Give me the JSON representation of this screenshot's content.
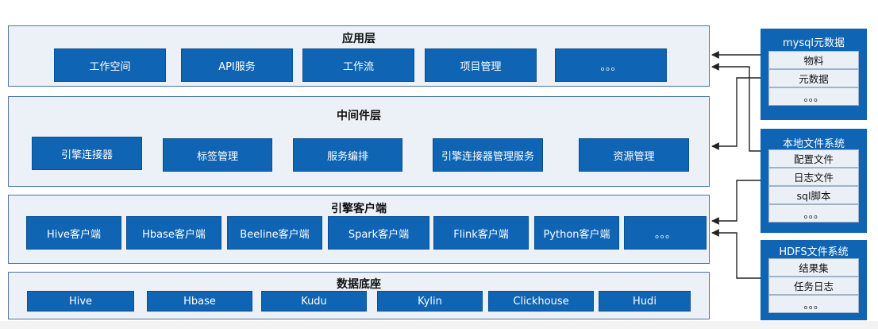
{
  "layers": {
    "app": {
      "title": "应用层",
      "items": [
        "工作空间",
        "API服务",
        "工作流",
        "项目管理",
        "。。。"
      ]
    },
    "middleware": {
      "title": "中间件层",
      "items": [
        "引擎连接器",
        "标签管理",
        "服务编排",
        "引擎连接器管理服务",
        "资源管理"
      ]
    },
    "engine": {
      "title": "引擎客户端",
      "items": [
        "Hive客户端",
        "Hbase客户端",
        "Beeline客户端",
        "Spark客户端",
        "Flink客户端",
        "Python客户端",
        "。。。"
      ]
    },
    "data": {
      "title": "数据底座",
      "items": [
        "Hive",
        "Hbase",
        "Kudu",
        "Kylin",
        "Clickhouse",
        "Hudi"
      ]
    }
  },
  "stores": {
    "mysql": {
      "title": "mysql元数据",
      "items": [
        "物料",
        "元数据",
        "。。。"
      ]
    },
    "local": {
      "title": "本地文件系统",
      "items": [
        "配置文件",
        "日志文件",
        "sql脚本",
        "。。。"
      ]
    },
    "hdfs": {
      "title": "HDFS文件系统",
      "items": [
        "结果集",
        "任务日志",
        "。。。"
      ]
    }
  },
  "colors": {
    "box": "#0f64b4",
    "layer_bg": "#ecf1f7",
    "layer_border": "#4a74a8",
    "arrow": "#222222"
  }
}
